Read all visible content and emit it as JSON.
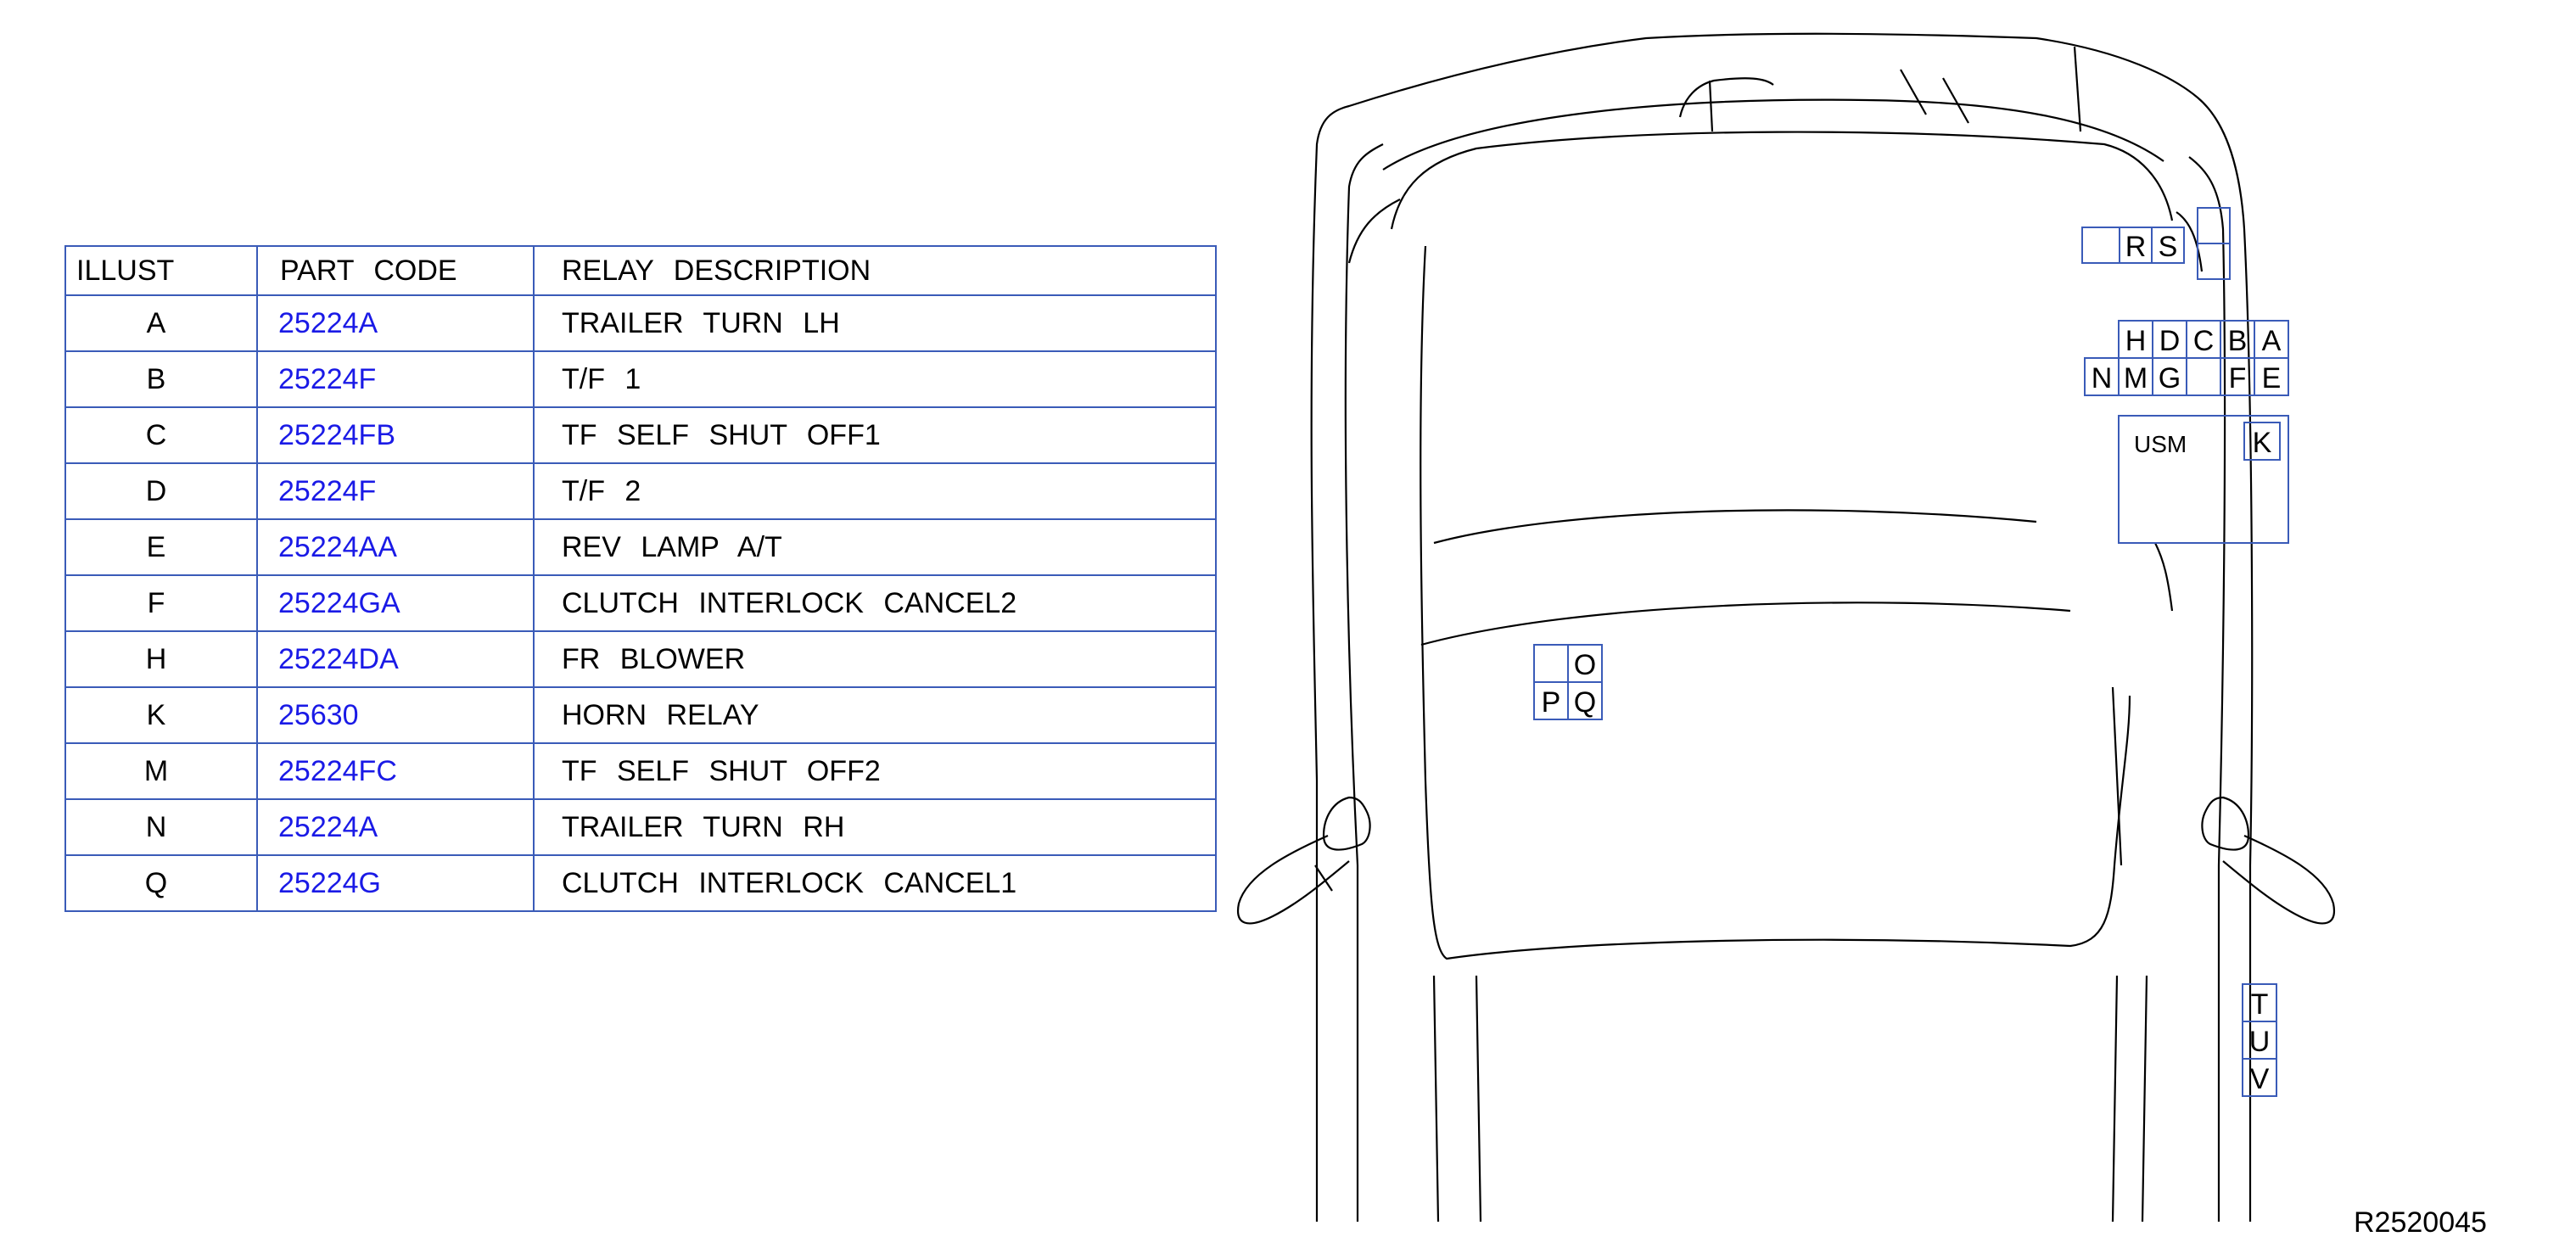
{
  "table": {
    "headers": {
      "illust": "ILLUST",
      "code": "PART  CODE",
      "desc": "RELAY  DESCRIPTION"
    },
    "rows": [
      {
        "illust": "A",
        "code": "25224A",
        "desc": "TRAILER  TURN  LH"
      },
      {
        "illust": "B",
        "code": "25224F",
        "desc": "T/F  1"
      },
      {
        "illust": "C",
        "code": "25224FB",
        "desc": "TF  SELF  SHUT  OFF1"
      },
      {
        "illust": "D",
        "code": "25224F",
        "desc": "T/F  2"
      },
      {
        "illust": "E",
        "code": "25224AA",
        "desc": "REV  LAMP  A/T"
      },
      {
        "illust": "F",
        "code": "25224GA",
        "desc": "CLUTCH  INTERLOCK  CANCEL2"
      },
      {
        "illust": "H",
        "code": "25224DA",
        "desc": "FR  BLOWER"
      },
      {
        "illust": "K",
        "code": "25630",
        "desc": "HORN  RELAY"
      },
      {
        "illust": "M",
        "code": "25224FC",
        "desc": "TF  SELF  SHUT  OFF2"
      },
      {
        "illust": "N",
        "code": "25224A",
        "desc": "TRAILER  TURN  RH"
      },
      {
        "illust": "Q",
        "code": "25224G",
        "desc": "CLUTCH  INTERLOCK  CANCEL1"
      }
    ]
  },
  "diagram": {
    "rs_group": [
      "R",
      "S"
    ],
    "top_row": [
      "H",
      "D",
      "C",
      "B",
      "A"
    ],
    "bottom_row": [
      "N",
      "M",
      "G",
      "",
      "F",
      "E"
    ],
    "usm_label": "USM",
    "usm_relay": "K",
    "left_top": [
      "",
      "O"
    ],
    "left_bottom": [
      "P",
      "Q"
    ],
    "tuv": [
      "T",
      "U",
      "V"
    ]
  },
  "colors": {
    "table_border": "#3a5bb8",
    "part_code": "#1a1ae6",
    "box": "#3a5bb8"
  },
  "ref_code": "R2520045"
}
